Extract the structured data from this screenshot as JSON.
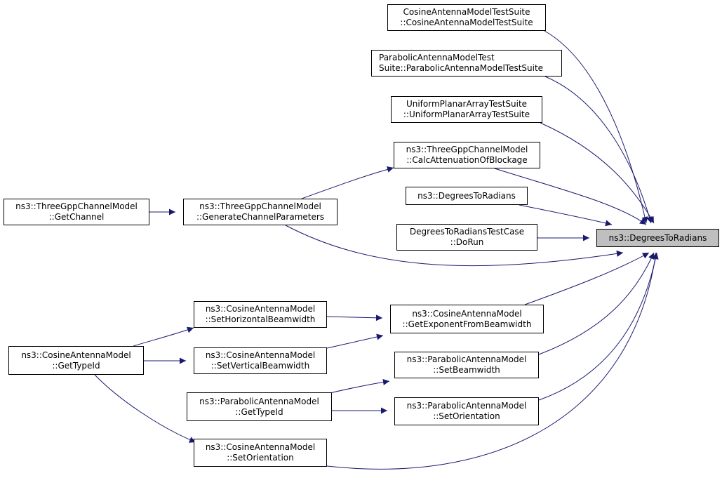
{
  "graph": {
    "colors": {
      "edge": "#191970",
      "focus_fill": "#bfbfbf",
      "node_fill": "#ffffff",
      "node_border": "#000000"
    },
    "nodes": {
      "target": {
        "lines": [
          "ns3::DegreesToRadians"
        ],
        "focus": true
      },
      "cosTS": {
        "lines": [
          "CosineAntennaModelTestSuite",
          "::CosineAntennaModelTestSuite"
        ]
      },
      "parTS": {
        "lines": [
          "ParabolicAntennaModelTest",
          "Suite::ParabolicAntennaModelTestSuite"
        ]
      },
      "upaTS": {
        "lines": [
          "UniformPlanarArrayTestSuite",
          "::UniformPlanarArrayTestSuite"
        ]
      },
      "calcAtt": {
        "lines": [
          "ns3::ThreeGppChannelModel",
          "::CalcAttenuationOfBlockage"
        ]
      },
      "d2rFn": {
        "lines": [
          "ns3::DegreesToRadians"
        ]
      },
      "d2rCase": {
        "lines": [
          "DegreesToRadiansTestCase",
          "::DoRun"
        ]
      },
      "genCh": {
        "lines": [
          "ns3::ThreeGppChannelModel",
          "::GenerateChannelParameters"
        ]
      },
      "getCh": {
        "lines": [
          "ns3::ThreeGppChannelModel",
          "::GetChannel"
        ]
      },
      "getExp": {
        "lines": [
          "ns3::CosineAntennaModel",
          "::GetExponentFromBeamwidth"
        ]
      },
      "setHor": {
        "lines": [
          "ns3::CosineAntennaModel",
          "::SetHorizontalBeamwidth"
        ]
      },
      "setVer": {
        "lines": [
          "ns3::CosineAntennaModel",
          "::SetVerticalBeamwidth"
        ]
      },
      "cosTypeId": {
        "lines": [
          "ns3::CosineAntennaModel",
          "::GetTypeId"
        ]
      },
      "parSetBw": {
        "lines": [
          "ns3::ParabolicAntennaModel",
          "::SetBeamwidth"
        ]
      },
      "parTypeId": {
        "lines": [
          "ns3::ParabolicAntennaModel",
          "::GetTypeId"
        ]
      },
      "parSetOr": {
        "lines": [
          "ns3::ParabolicAntennaModel",
          "::SetOrientation"
        ]
      },
      "cosSetOr": {
        "lines": [
          "ns3::CosineAntennaModel",
          "::SetOrientation"
        ]
      }
    },
    "edges": [
      {
        "from": "cosTS",
        "to": "target"
      },
      {
        "from": "parTS",
        "to": "target"
      },
      {
        "from": "upaTS",
        "to": "target"
      },
      {
        "from": "calcAtt",
        "to": "target"
      },
      {
        "from": "d2rFn",
        "to": "target"
      },
      {
        "from": "d2rCase",
        "to": "target"
      },
      {
        "from": "genCh",
        "to": "target"
      },
      {
        "from": "getExp",
        "to": "target"
      },
      {
        "from": "parSetBw",
        "to": "target"
      },
      {
        "from": "parSetOr",
        "to": "target"
      },
      {
        "from": "cosSetOr",
        "to": "target"
      },
      {
        "from": "genCh",
        "to": "calcAtt"
      },
      {
        "from": "getCh",
        "to": "genCh"
      },
      {
        "from": "setHor",
        "to": "getExp"
      },
      {
        "from": "setVer",
        "to": "getExp"
      },
      {
        "from": "cosTypeId",
        "to": "setHor"
      },
      {
        "from": "cosTypeId",
        "to": "setVer"
      },
      {
        "from": "cosTypeId",
        "to": "cosSetOr"
      },
      {
        "from": "parTypeId",
        "to": "parSetBw"
      },
      {
        "from": "parTypeId",
        "to": "parSetOr"
      }
    ]
  }
}
